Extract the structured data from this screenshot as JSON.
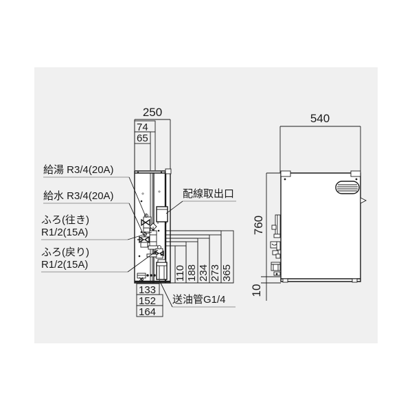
{
  "figure": {
    "kind": "technical-dimension-drawing",
    "background_color": "#ffffff",
    "panel_color": "#f0f0f0",
    "line_color": "#1a1a1a"
  },
  "left_view": {
    "title_dimension": "250",
    "top_dimensions": [
      "74",
      "65"
    ],
    "bottom_dimensions": [
      "133",
      "152",
      "164"
    ],
    "right_dimensions": [
      "110",
      "188",
      "234",
      "273",
      "365"
    ],
    "callouts": [
      {
        "id": "hot-water",
        "text": "給湯 R3/4(20A)"
      },
      {
        "id": "cold-water",
        "text": "給水 R3/4(20A)"
      },
      {
        "id": "bath-outbound-line1",
        "text": "ふろ(往き)"
      },
      {
        "id": "bath-outbound-line2",
        "text": "R1/2(15A)"
      },
      {
        "id": "bath-return-line1",
        "text": "ふろ(戻り)"
      },
      {
        "id": "bath-return-line2",
        "text": "R1/2(15A)"
      },
      {
        "id": "wiring-outlet",
        "text": "配線取出口"
      },
      {
        "id": "oil-pipe",
        "text": "送油管G1/4"
      }
    ]
  },
  "right_view": {
    "width_dimension": "540",
    "height_dimension": "760",
    "base_dimension": "10"
  }
}
